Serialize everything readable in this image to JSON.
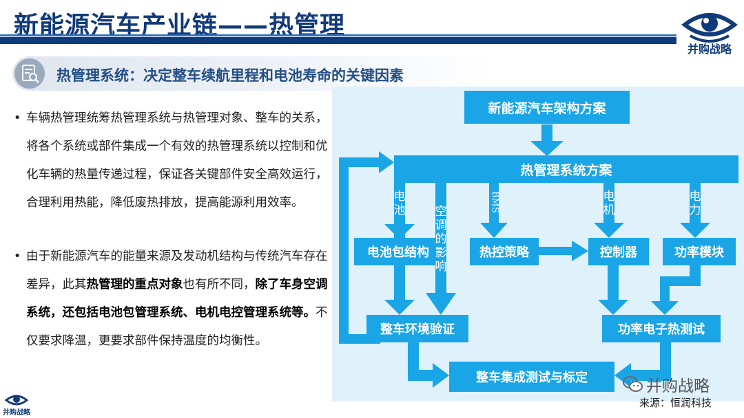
{
  "header": {
    "title": "新能源汽车产业链——热管理",
    "logo_text": "并购战略",
    "logo_icon": "eye-icon"
  },
  "subtitle": "热管理系统：决定整车续航里程和电池寿命的关键因素",
  "bullets": [
    {
      "runs": [
        {
          "text": "车辆热管理统筹热管理系统与热管理对象、整车的关系，将各个系统或部件集成一个有效的热管理系统以控制和优化车辆的热量传递过程，保证各关键部件安全高效运行，合理利用热能，降低废热排放，提高能源利用效率。",
          "bold": false
        }
      ]
    },
    {
      "runs": [
        {
          "text": "由于新能源汽车的能量来源及发动机结构与传统汽车存在差异，此其",
          "bold": false
        },
        {
          "text": "热管理的重点对象",
          "bold": true
        },
        {
          "text": "也有所不同，",
          "bold": false
        },
        {
          "text": "除了车身空调系统，还包括电池包管理系统、电机电控管理系统等。",
          "bold": true
        },
        {
          "text": "不仅要求降温，更要求部件保持温度的均衡性。",
          "bold": false
        }
      ]
    }
  ],
  "diagram": {
    "nodes": {
      "architecture": "新能源汽车架构方案",
      "thermal_plan": "热管理系统方案",
      "battery_pack": "电池包结构",
      "thermal_strategy": "热控策略",
      "controller": "控制器",
      "power_module": "功率模块",
      "vehicle_env": "整车环境验证",
      "power_elec_test": "功率电子热测试",
      "integration_test": "整车集成测试与标定"
    },
    "edge_labels": {
      "battery": "电池",
      "ac_impact": "空调的影响",
      "bms": "BMS",
      "motor": "电机",
      "power": "电力"
    },
    "colors": {
      "node": "#1aa5e6",
      "background": "#dff1fb"
    }
  },
  "watermark": {
    "text": "并购战略",
    "icon": "wechat-icon"
  },
  "source": "来源：恒润科技",
  "footer_logo_text": "并购战略"
}
